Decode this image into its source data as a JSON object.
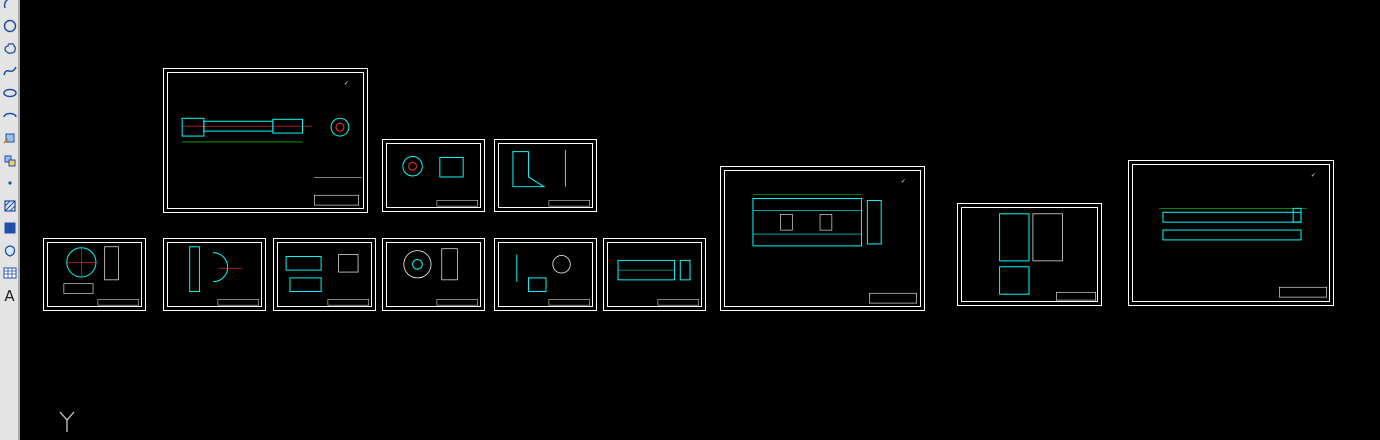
{
  "toolbar": {
    "items": [
      {
        "icon": "arc-icon"
      },
      {
        "icon": "circle-icon"
      },
      {
        "icon": "revision-cloud-icon"
      },
      {
        "icon": "spline-icon"
      },
      {
        "icon": "ellipse-icon"
      },
      {
        "icon": "ellipse-arc-icon"
      },
      {
        "icon": "insert-block-icon"
      },
      {
        "icon": "make-block-icon"
      },
      {
        "icon": "point-icon"
      },
      {
        "icon": "hatch-icon"
      },
      {
        "icon": "gradient-icon"
      },
      {
        "icon": "region-icon"
      },
      {
        "icon": "table-icon"
      },
      {
        "icon": "multiline-text-icon",
        "label": "A"
      }
    ]
  },
  "canvas": {
    "ucs_axis_label": "Y",
    "colors": {
      "background": "#000000",
      "frame": "#ffffff",
      "geometry": "#00ffff",
      "dimension": "#00ff00",
      "accent": "#ff3333"
    }
  },
  "sheets": [
    {
      "id": "sheet-shaft-assembly"
    },
    {
      "id": "sheet-flange-part"
    },
    {
      "id": "sheet-bracket-part"
    },
    {
      "id": "sheet-disc-part"
    },
    {
      "id": "sheet-pin-part"
    },
    {
      "id": "sheet-housing-part"
    },
    {
      "id": "sheet-wheel-part"
    },
    {
      "id": "sheet-support-part"
    },
    {
      "id": "sheet-frame-part"
    },
    {
      "id": "sheet-frame-assembly"
    },
    {
      "id": "sheet-gearbox-part"
    },
    {
      "id": "sheet-beam-assembly"
    }
  ]
}
